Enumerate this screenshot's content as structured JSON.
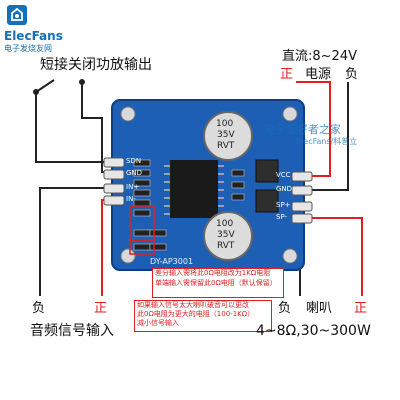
{
  "brand": {
    "name": "ElecFans",
    "tagline": "电子发烧友网"
  },
  "labels": {
    "shutdown": "短接关闭功放输出",
    "power_title": "直流:8~24V",
    "power_pos": "正",
    "power_name": "电源",
    "power_neg": "负",
    "audio_neg": "负",
    "audio_pos": "正",
    "audio_name": "音频信号输入",
    "spk_neg": "负",
    "spk_name": "喇叭",
    "spk_pos": "正",
    "spk_spec": "4~8Ω,30~300W"
  },
  "notes": {
    "note1": [
      "差分输入需将此0Ω电阻改为1KΩ电阻",
      "单端输入需保留此0Ω电阻（默认保留）"
    ],
    "note2": [
      "如果输入信号太大喇叭破音可以更改",
      "此0Ω电阻为更大的电阻（100-1KΩ）",
      "减小信号输入"
    ]
  },
  "watermark": {
    "line1": "电子爱好者之家",
    "line2": "ElecFans/科普立"
  },
  "board": {
    "model": "DY-AP3001",
    "cap_text": [
      "100",
      "35V",
      "RVT"
    ],
    "pins_left": [
      "SDN",
      "GND",
      "IN+",
      "IN-"
    ],
    "pins_right": [
      "VCC",
      "GND",
      "SP+",
      "SP-"
    ]
  },
  "colors": {
    "board": "#1d5fb5",
    "accent": "#e02020",
    "text": "#111111",
    "brand": "#1470b8"
  }
}
